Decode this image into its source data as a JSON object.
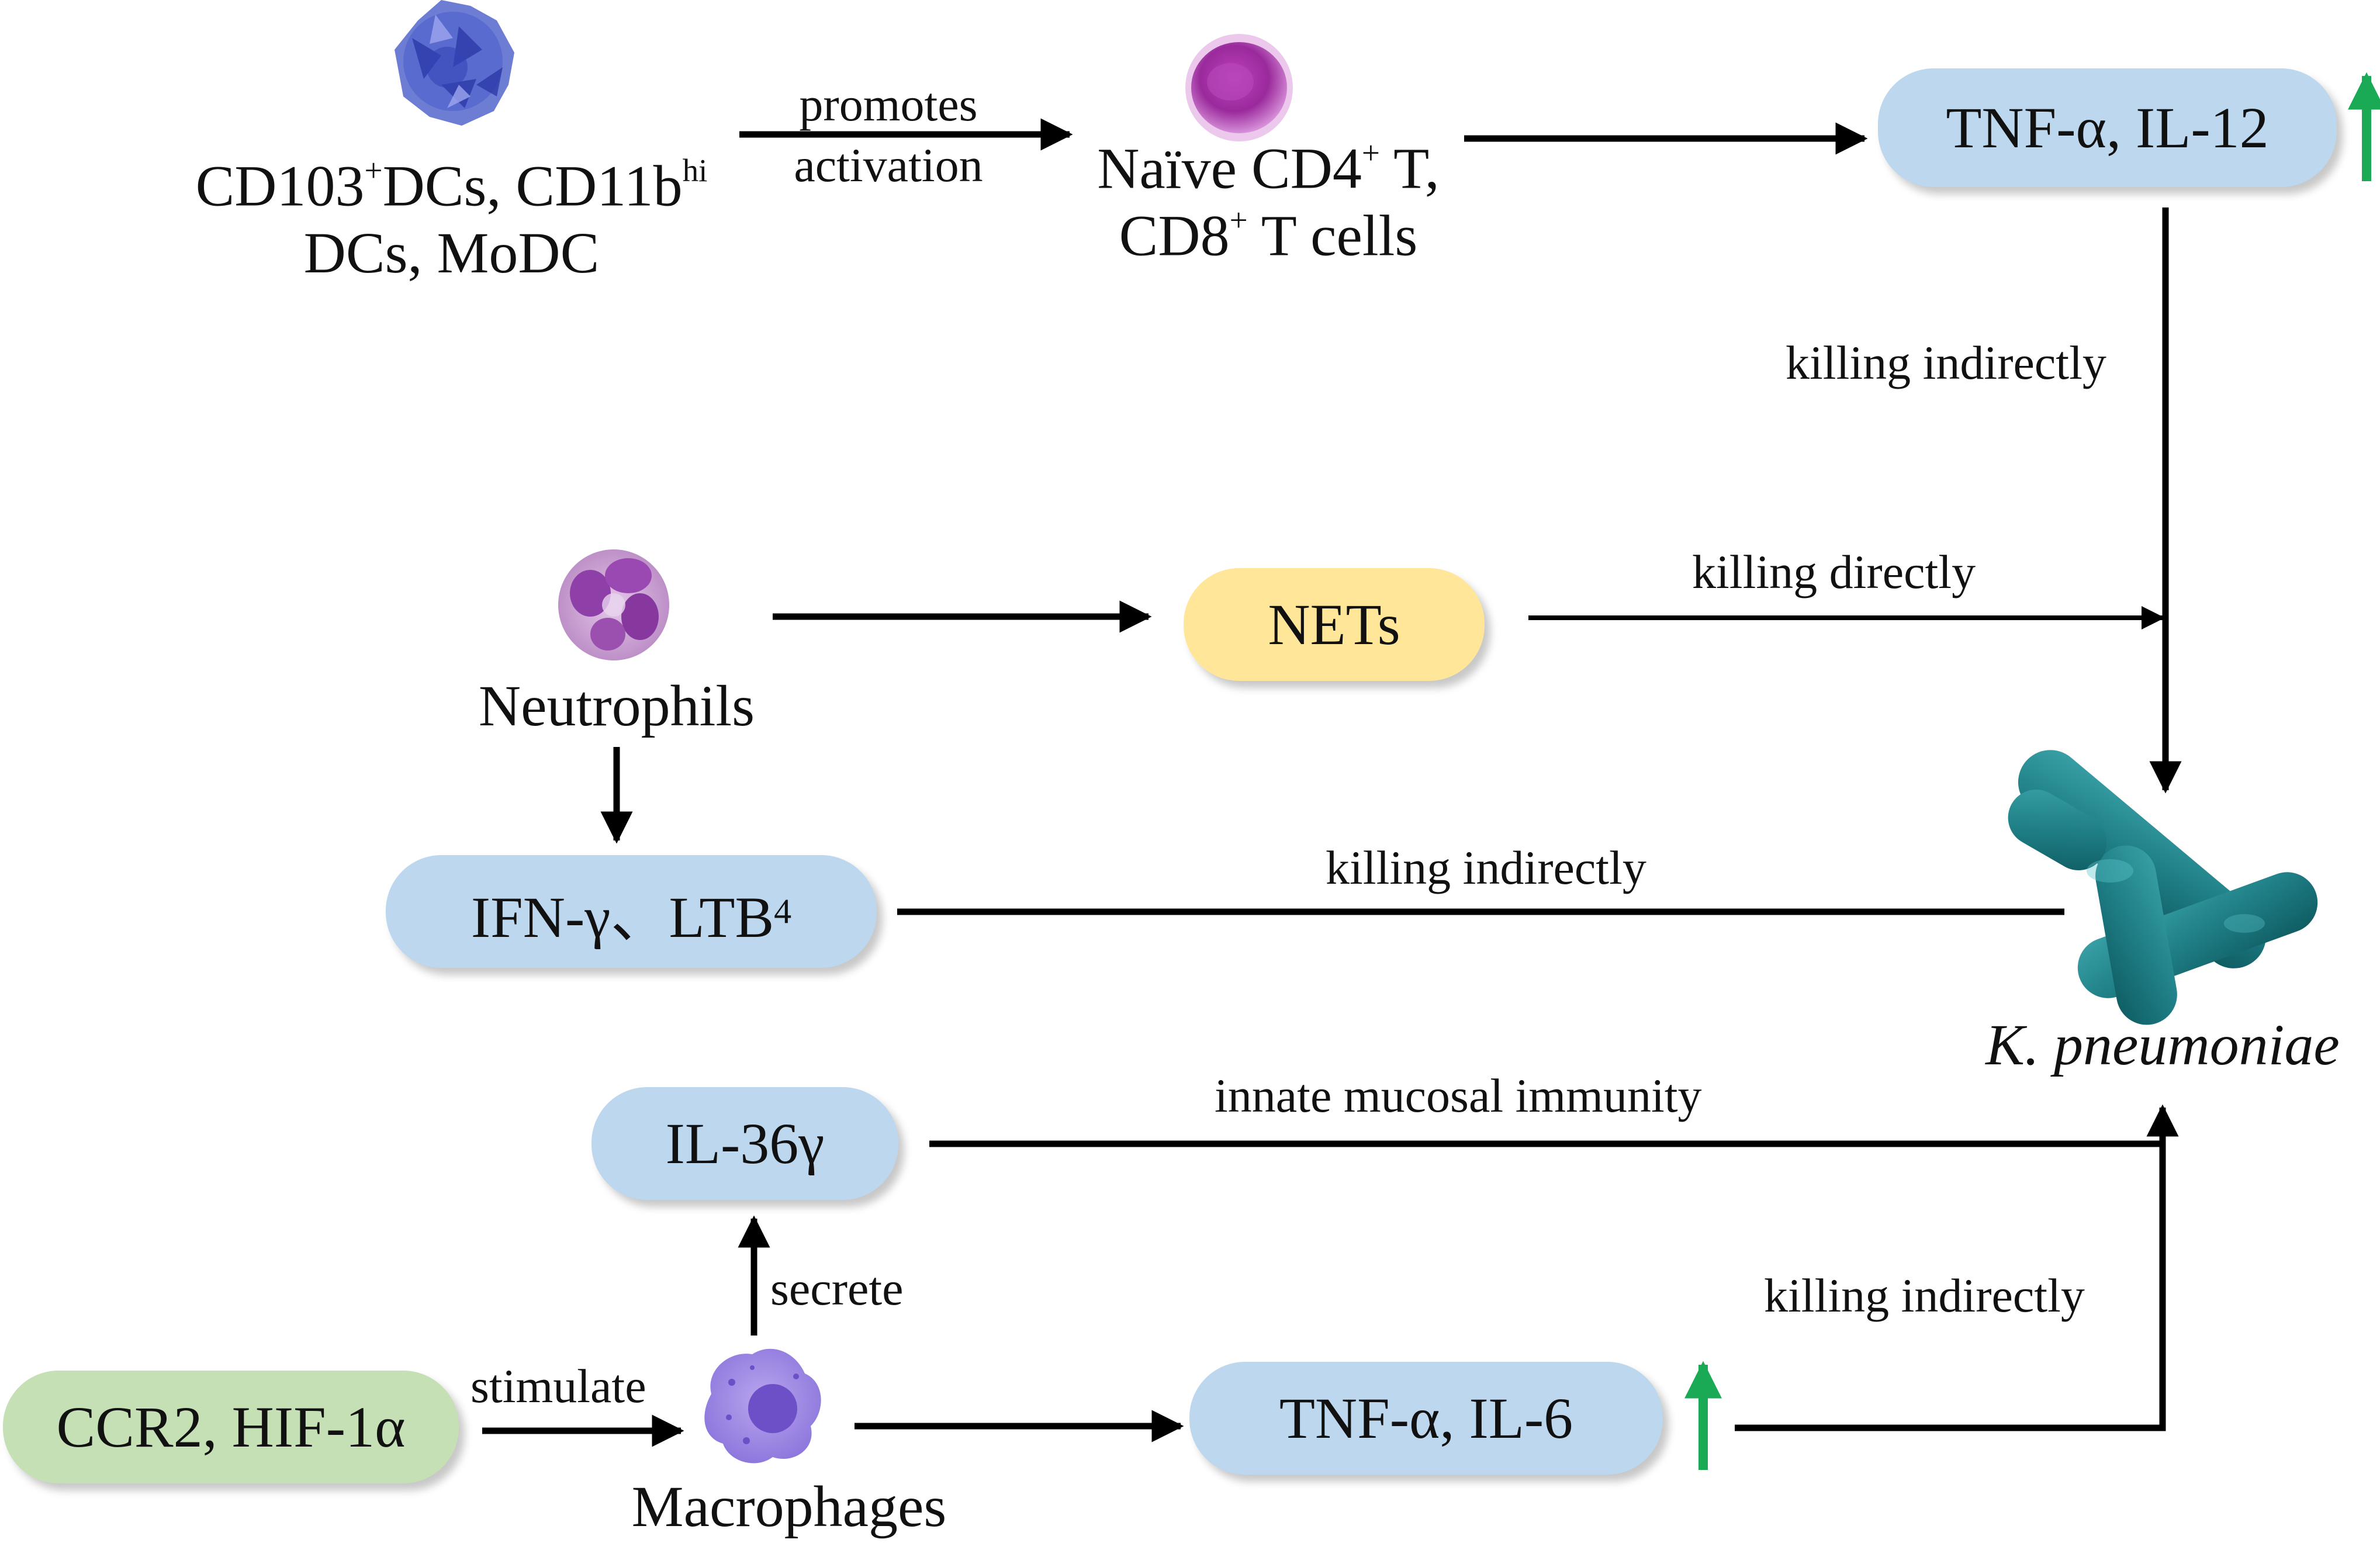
{
  "colors": {
    "pill_blue": "#bdd7ee",
    "pill_yellow": "#ffe699",
    "pill_green": "#c5e0b4",
    "up_arrow": "#1aaa55",
    "arrow": "#000000"
  },
  "cells": {
    "dendritic": {
      "icon": "dendritic-cell-icon",
      "label_part1": "CD103",
      "label_sup1": "+",
      "label_part2": "DCs, CD11b",
      "label_sup2": "hi",
      "label_line2": "DCs, MoDC"
    },
    "tcell": {
      "icon": "t-cell-icon",
      "label_part1": "Naïve CD4",
      "label_sup1": "+",
      "label_part2": " T,",
      "label_line2_part1": "CD8",
      "label_line2_sup": "+",
      "label_line2_part2": " T cells"
    },
    "neutrophils": {
      "icon": "neutrophil-icon",
      "label": "Neutrophils"
    },
    "macrophages": {
      "icon": "macrophage-icon",
      "label": "Macrophages"
    },
    "bacteria": {
      "icon": "bacteria-icon",
      "label": "K. pneumoniae"
    }
  },
  "pills": {
    "tnf_il12": "TNF-α, IL-12",
    "nets": "NETs",
    "ifn_ltb_main": "IFN-γ、LTB",
    "ifn_ltb_sub": "4",
    "il36": "IL-36γ",
    "ccr2": "CCR2, HIF-1α",
    "tnf_il6": "TNF-α, IL-6"
  },
  "edges": {
    "promotes": "promotes",
    "activation": "activation",
    "killing_indirectly_top": "killing indirectly",
    "killing_directly": "killing directly",
    "killing_indirectly_mid": "killing indirectly",
    "innate_mucosal": "innate mucosal immunity",
    "secrete": "secrete",
    "stimulate": "stimulate",
    "killing_indirectly_bottom": "killing indirectly"
  },
  "indicators": {
    "up_arrow_icon": "up-arrow-icon"
  }
}
